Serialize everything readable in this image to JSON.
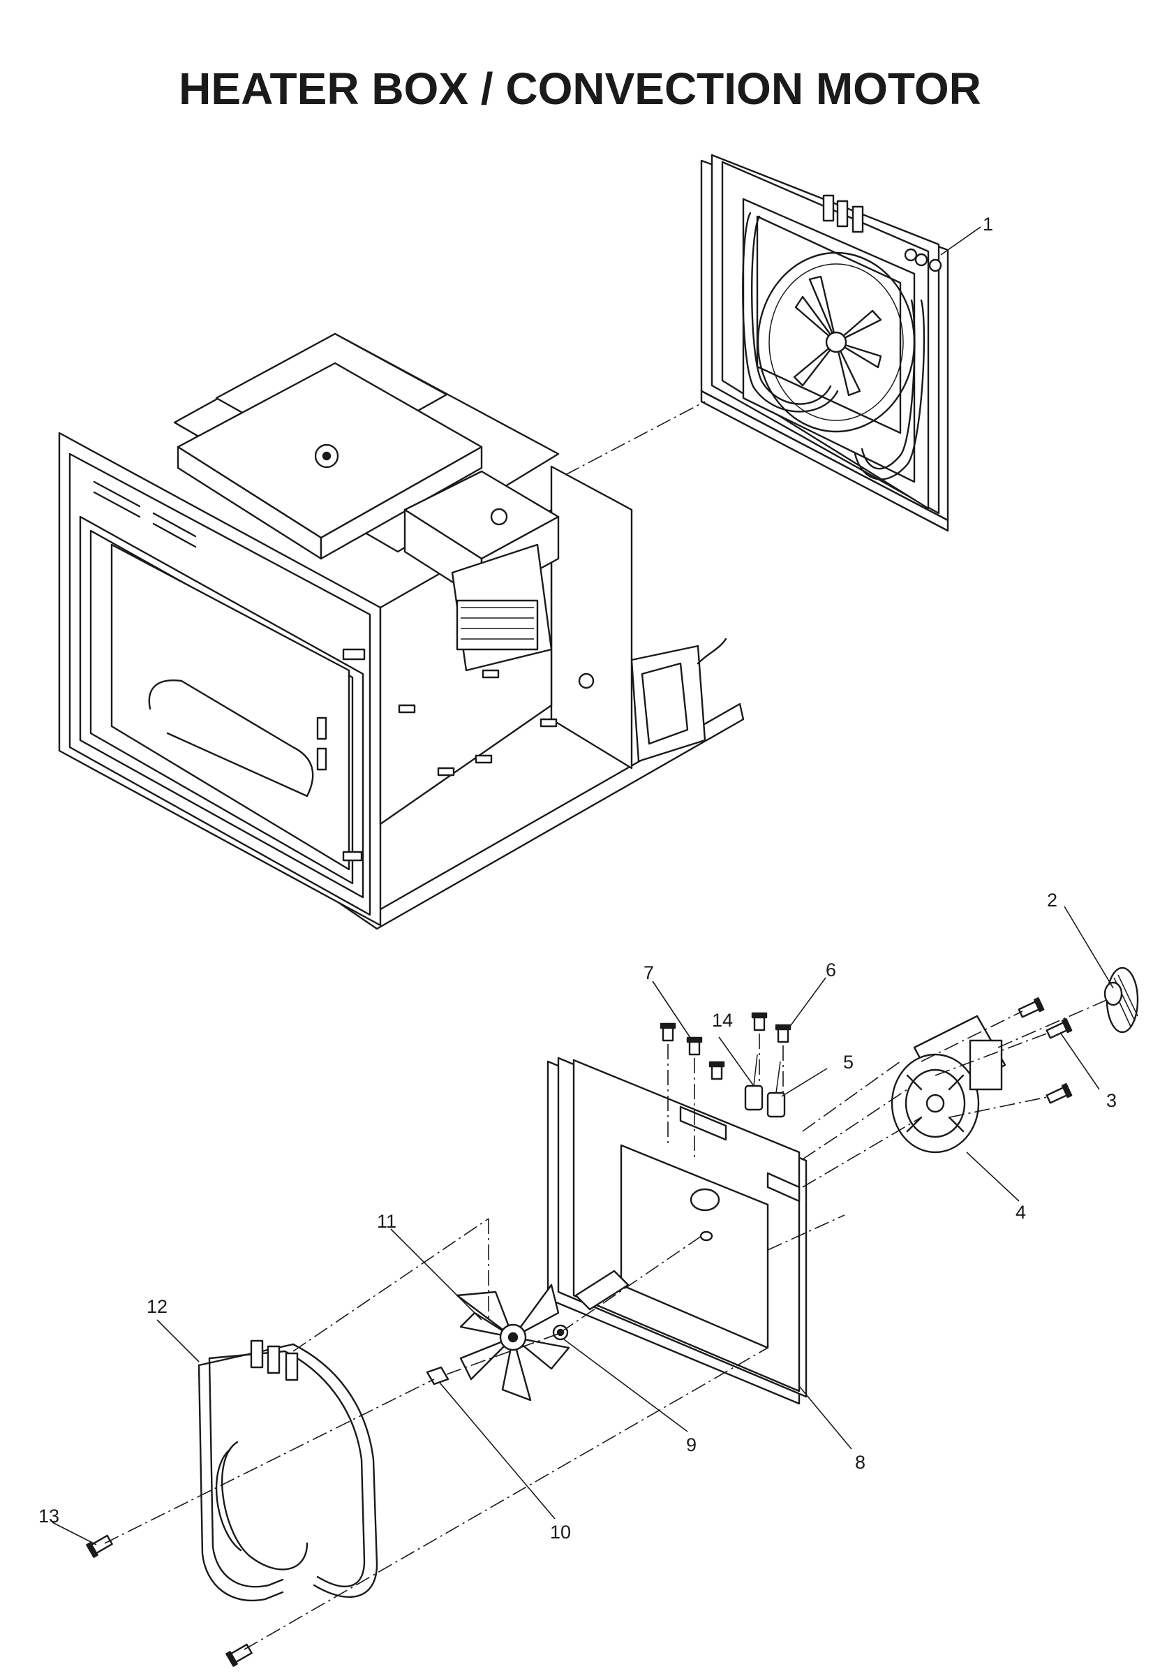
{
  "title": "HEATER BOX / CONVECTION MOTOR",
  "callouts": [
    {
      "id": "1",
      "text": "1"
    },
    {
      "id": "2",
      "text": "2"
    },
    {
      "id": "3",
      "text": "3"
    },
    {
      "id": "4",
      "text": "4"
    },
    {
      "id": "5",
      "text": "5"
    },
    {
      "id": "6",
      "text": "6"
    },
    {
      "id": "7",
      "text": "7"
    },
    {
      "id": "8",
      "text": "8"
    },
    {
      "id": "9",
      "text": "9"
    },
    {
      "id": "10",
      "text": "10"
    },
    {
      "id": "11",
      "text": "11"
    },
    {
      "id": "12",
      "text": "12"
    },
    {
      "id": "13",
      "text": "13"
    },
    {
      "id": "14",
      "text": "14"
    }
  ],
  "colors": {
    "line": "#1a1a1a",
    "background": "#ffffff",
    "shade": "#d9d9d9"
  }
}
